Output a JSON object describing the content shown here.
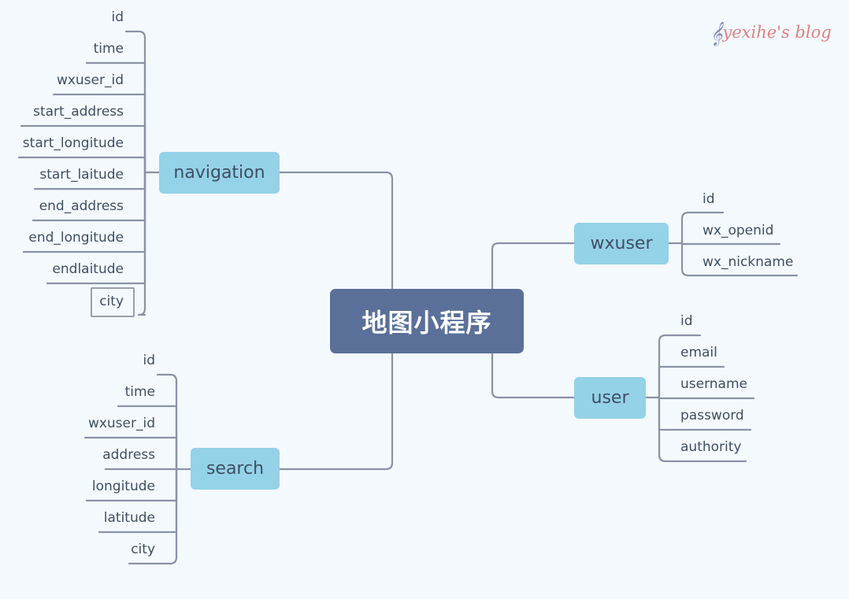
{
  "watermark": {
    "symbol": "𝄞",
    "text": "yexihe's blog"
  },
  "central": {
    "label": "地图小程序"
  },
  "topics": {
    "navigation": {
      "label": "navigation",
      "fields": [
        "id",
        "time",
        "wxuser_id",
        "start_address",
        "start_longitude",
        "start_laitude",
        "end_address",
        "end_longitude",
        "endlaitude",
        "city"
      ],
      "selected_field": "city"
    },
    "search": {
      "label": "search",
      "fields": [
        "id",
        "time",
        "wxuser_id",
        "address",
        "longitude",
        "latitude",
        "city"
      ]
    },
    "wxuser": {
      "label": "wxuser",
      "fields": [
        "id",
        "wx_openid",
        "wx_nickname"
      ]
    },
    "user": {
      "label": "user",
      "fields": [
        "id",
        "email",
        "username",
        "password",
        "authority"
      ]
    }
  },
  "colors": {
    "background": "#f4f9fd",
    "central_fill": "#5a7099",
    "topic_fill": "#94d2e8",
    "connector": "#8a92a6",
    "text": "#3f4f63"
  }
}
